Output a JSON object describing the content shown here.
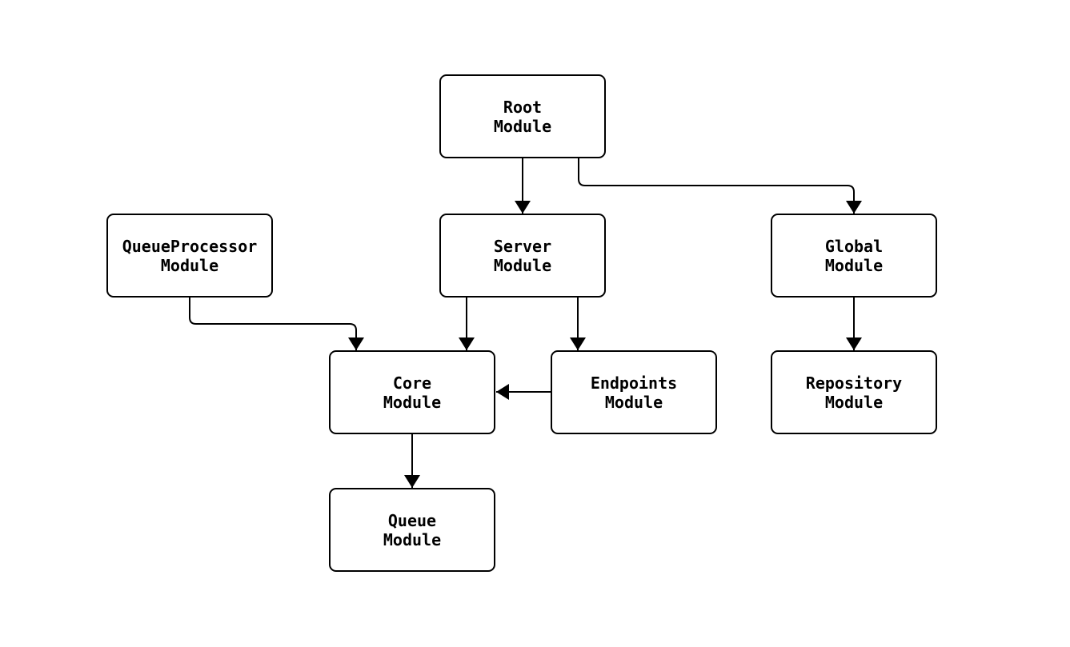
{
  "diagram": {
    "type": "module-dependency-flowchart",
    "background_color": "#ffffff",
    "stroke_color": "#000000",
    "node_fill_color": "#ffffff",
    "nodes": [
      {
        "id": "root",
        "label": "Root\nModule"
      },
      {
        "id": "queueprocessor",
        "label": "QueueProcessor\nModule"
      },
      {
        "id": "server",
        "label": "Server\nModule"
      },
      {
        "id": "global",
        "label": "Global\nModule"
      },
      {
        "id": "core",
        "label": "Core\nModule"
      },
      {
        "id": "endpoints",
        "label": "Endpoints\nModule"
      },
      {
        "id": "repository",
        "label": "Repository\nModule"
      },
      {
        "id": "queue",
        "label": "Queue\nModule"
      }
    ],
    "edges": [
      {
        "from": "Root Module",
        "to": "Server Module"
      },
      {
        "from": "Root Module",
        "to": "Global Module"
      },
      {
        "from": "QueueProcessor Module",
        "to": "Core Module"
      },
      {
        "from": "Server Module",
        "to": "Core Module"
      },
      {
        "from": "Server Module",
        "to": "Endpoints Module"
      },
      {
        "from": "Endpoints Module",
        "to": "Core Module"
      },
      {
        "from": "Global Module",
        "to": "Repository Module"
      },
      {
        "from": "Core Module",
        "to": "Queue Module"
      }
    ]
  }
}
